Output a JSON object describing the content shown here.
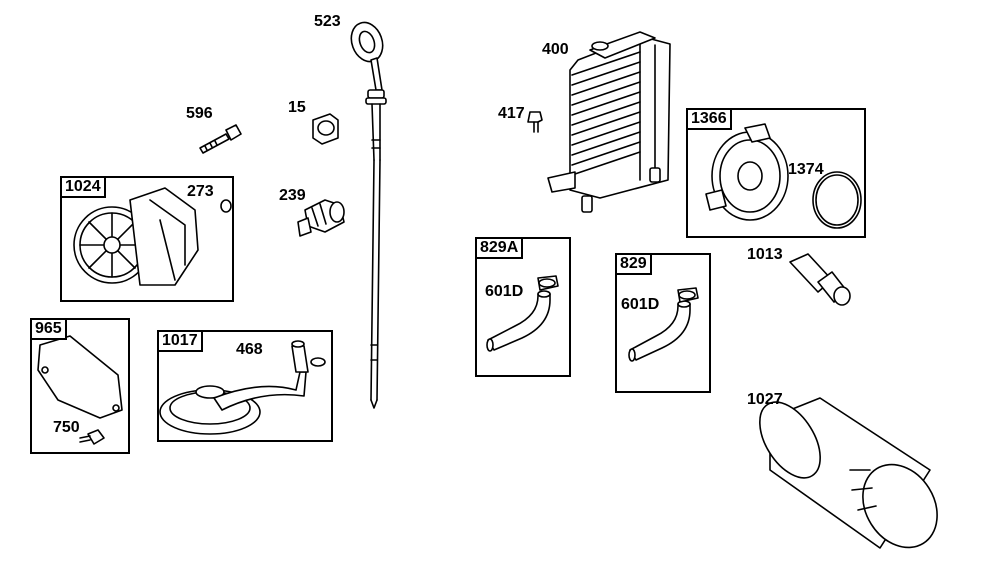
{
  "parts": {
    "p523": "523",
    "p400": "400",
    "p596": "596",
    "p15": "15",
    "p417": "417",
    "p1366": "1366",
    "p1374": "1374",
    "p1024": "1024",
    "p273": "273",
    "p239": "239",
    "p829A": "829A",
    "p601D_a": "601D",
    "p829": "829",
    "p601D_b": "601D",
    "p1013": "1013",
    "p965": "965",
    "p1017": "1017",
    "p468": "468",
    "p750": "750",
    "p1027": "1027"
  }
}
